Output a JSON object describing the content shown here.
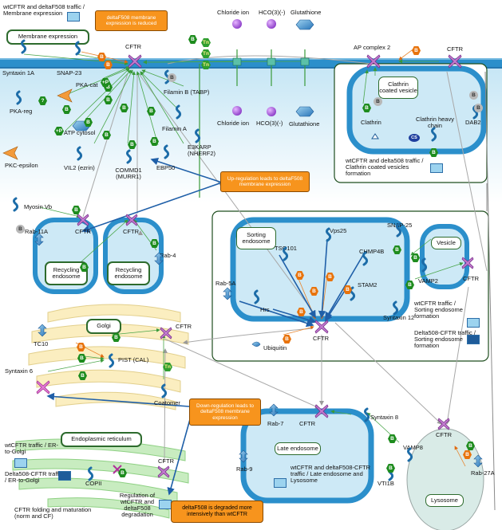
{
  "labels": {
    "wt_traffic_membrane": "wtCFTR and deltaF508 traffic / Membrane expression",
    "membrane_expression": "Membrane expression",
    "note_membrane_reduced": "deltaF508 membrane expression is reduced",
    "cftr_top": "CFTR",
    "chloride_ion_top": "Chloride ion",
    "hco3_top": "HCO(3)(-)",
    "glutathione_top": "Glutathione",
    "ap_complex2": "AP complex 2",
    "cftr_top_right": "CFTR",
    "syntaxin1a": "Syntaxin 1A",
    "snap23": "SNAP-23",
    "pka_cat": "PKA-cat",
    "pka_reg": "PKA-reg",
    "filamin_b": "Filamin B (TABP)",
    "filamin_a": "Filamin A",
    "chloride_ion_bottom": "Chloride ion",
    "hco3_bottom": "HCO(3)(-)",
    "glutathione_bottom": "Glutathione",
    "atp_cytosol": "ATP cytosol",
    "pkc_epsilon": "PKC-epsilon",
    "vil2": "VIL2 (ezrin)",
    "commd1": "COMMD1 (MURR1)",
    "ebp50": "EBP50",
    "e3karp": "E3KARP (NHERF2)",
    "clathrin_coated_vesicle": "Clathrin coated vesicle",
    "clathrin": "Clathrin",
    "clathrin_heavy_chain": "Clathrin heavy chain",
    "dab2": "DAB2",
    "clathrin_traffic": "wtCFTR and delta508 traffic / Clathrin coated vesicles formation",
    "note_upregulation": "Up-regulation leads to deltaF508 membrane expression",
    "myosin_vb": "Myosin Vb",
    "rab11a": "Rab-11A",
    "cftr_rec1": "CFTR",
    "cftr_rec2": "CFTR",
    "rab4": "Rab-4",
    "recycling_endosome1": "Recycling endosome",
    "recycling_endosome2": "Recycling endosome",
    "sorting_endosome": "Sorting endosome",
    "vps25": "Vps25",
    "tsg101": "TSG101",
    "chmp4b": "CHMP4B",
    "stam2": "STAM2",
    "hrs": "Hrs",
    "snap25": "SNAP-25",
    "vesicle": "Vesicle",
    "vamp2": "VAMP2",
    "cftr_vesicle": "CFTR",
    "syntaxin12": "Syntaxin 12",
    "rab5a": "Rab-5A",
    "ubiquitin": "Ubiquitin",
    "cftr_sorting": "CFTR",
    "wt_sorting_traffic": "wtCFTR traffic / Sorting endosome formation",
    "delta_sorting_traffic": "Delta508-CFTR traffic / Sorting endosome formation",
    "golgi": "Golgi",
    "cftr_golgi": "CFTR",
    "tc10": "TC10",
    "syntaxin6": "Syntaxin 6",
    "pist": "PIST (CAL)",
    "coatomer": "Coatomer",
    "note_downregulation": "Down-regulation leads to deltaF508 membrane expression",
    "rab7": "Rab-7",
    "cftr_late": "CFTR",
    "syntaxin8": "Syntaxin 8",
    "vamp8": "VAMP8",
    "cftr_lyso": "CFTR",
    "late_endosome": "Late endosome",
    "rab9": "Rab-9",
    "late_traffic": "wtCFTR and deltaF508-CFTR traffic / Late endosome and Lysosome",
    "vti1b": "VTI1B",
    "rab27a": "Rab-27A",
    "lysosome": "Lysosome",
    "endoplasmic_reticulum": "Endoplasmic reticulum",
    "wt_er_golgi": "wtCFTR traffic / ER-to-Golgi",
    "delta_er_golgi": "Delta508-CFTR traffic / ER-to-Golgi",
    "copii": "COPII",
    "cftr_er": "CFTR",
    "regulation_degradation": "Regulation of wtCFTR and deltaF508 degradation",
    "folding_maturation": "CFTR folding and maturation (norm and CF)",
    "note_degraded": "deltaF508 is degraded more intensively than wtCFTR"
  },
  "badges": {
    "binding": "B",
    "phosphorylation": "+P",
    "transport": "Tn",
    "unknown": "?",
    "cleavage": "CS"
  },
  "colors": {
    "membrane_blue": "#2b8fcb",
    "membrane_dark": "#1c5f94",
    "cytoplasm": "#d8eef8",
    "binding_green": "#1e8c1e",
    "regulation_orange": "#e8730c",
    "golgi_yellow": "#fbeec0",
    "er_green": "#c8ecc0",
    "note_orange": "#f7941d",
    "lysosome": "#d9ebe7"
  }
}
